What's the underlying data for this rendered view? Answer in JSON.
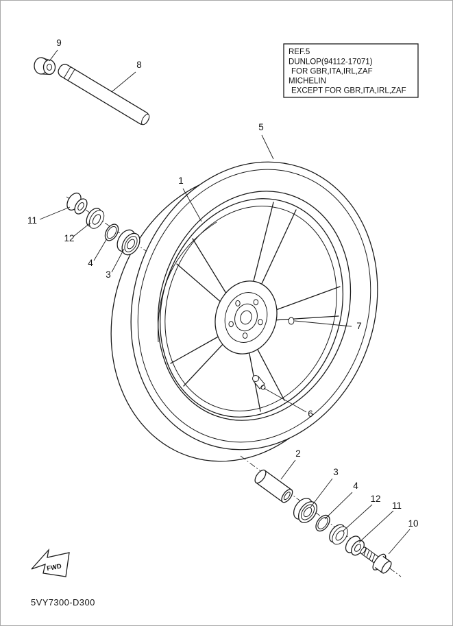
{
  "ref_box": {
    "lines": [
      "REF.5",
      "DUNLOP(94112-17071)",
      " FOR GBR,ITA,IRL,ZAF",
      "MICHELIN",
      " EXCEPT FOR GBR,ITA,IRL,ZAF"
    ]
  },
  "callouts": [
    {
      "n": "9"
    },
    {
      "n": "8"
    },
    {
      "n": "5"
    },
    {
      "n": "1"
    },
    {
      "n": "11"
    },
    {
      "n": "12"
    },
    {
      "n": "4"
    },
    {
      "n": "3"
    },
    {
      "n": "7"
    },
    {
      "n": "6"
    },
    {
      "n": "2"
    },
    {
      "n": "3"
    },
    {
      "n": "4"
    },
    {
      "n": "12"
    },
    {
      "n": "11"
    },
    {
      "n": "10"
    }
  ],
  "footer": {
    "fwd_label": "FWD",
    "part_code": "5VY7300-D300"
  },
  "colors": {
    "line": "#1a1a1a",
    "background": "#ffffff"
  }
}
